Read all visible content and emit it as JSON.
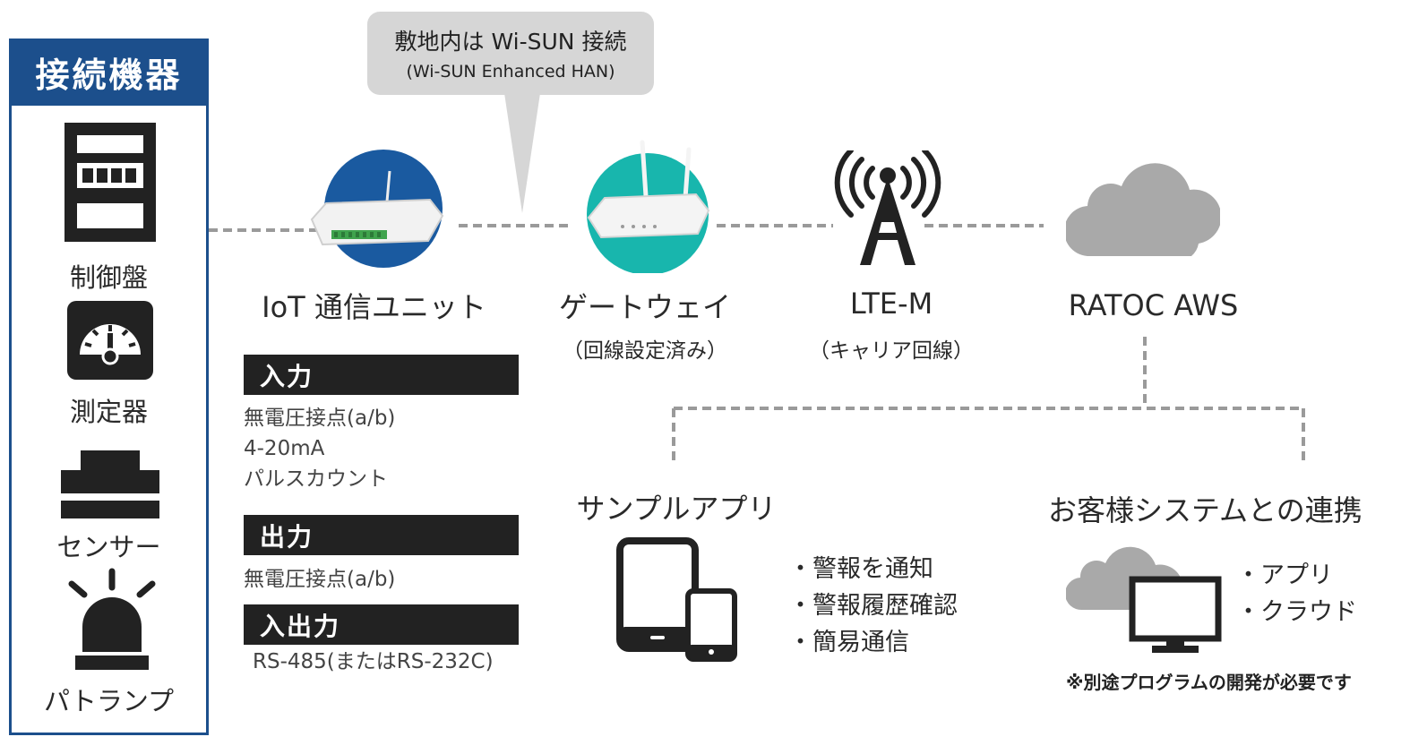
{
  "devices_panel": {
    "title": "接続機器",
    "items": [
      {
        "label": "制御盤",
        "icon": "control-panel-icon"
      },
      {
        "label": "測定器",
        "icon": "gauge-icon"
      },
      {
        "label": "センサー",
        "icon": "sensor-icon"
      },
      {
        "label": "パトランプ",
        "icon": "patlamp-icon"
      }
    ]
  },
  "bubble": {
    "line1": "敷地内は Wi-SUN 接続",
    "line2": "(Wi-SUN Enhanced HAN)"
  },
  "nodes": {
    "iot_unit": {
      "label": "IoT 通信ユニット"
    },
    "gateway": {
      "label": "ゲートウェイ",
      "sub": "（回線設定済み）"
    },
    "lte": {
      "label": "LTE-M",
      "sub": "（キャリア回線）"
    },
    "aws": {
      "label": "RATOC AWS"
    }
  },
  "io": {
    "input": {
      "title": "入力",
      "lines": [
        "無電圧接点(a/b)",
        "4-20mA",
        "パルスカウント"
      ]
    },
    "output": {
      "title": "出力",
      "lines": [
        "無電圧接点(a/b)"
      ]
    },
    "inout": {
      "title": "入出力",
      "lines": [
        "RS-485(またはRS-232C)"
      ]
    }
  },
  "sample_app": {
    "title": "サンプルアプリ",
    "items": [
      "・警報を通知",
      "・警報履歴確認",
      "・簡易通信"
    ]
  },
  "customer": {
    "title": "お客様システムとの連携",
    "items": [
      "・アプリ",
      "・クラウド"
    ],
    "note": "※別途プログラムの開発が必要です"
  },
  "colors": {
    "brand_blue": "#1c4f8c",
    "circle_blue": "#1a5aa0",
    "circle_teal": "#18b6ad",
    "dark": "#222222",
    "cloud_gray": "#a9a9a9",
    "bubble_gray": "#d6d6d6",
    "dash_gray": "#9a9a9a"
  }
}
